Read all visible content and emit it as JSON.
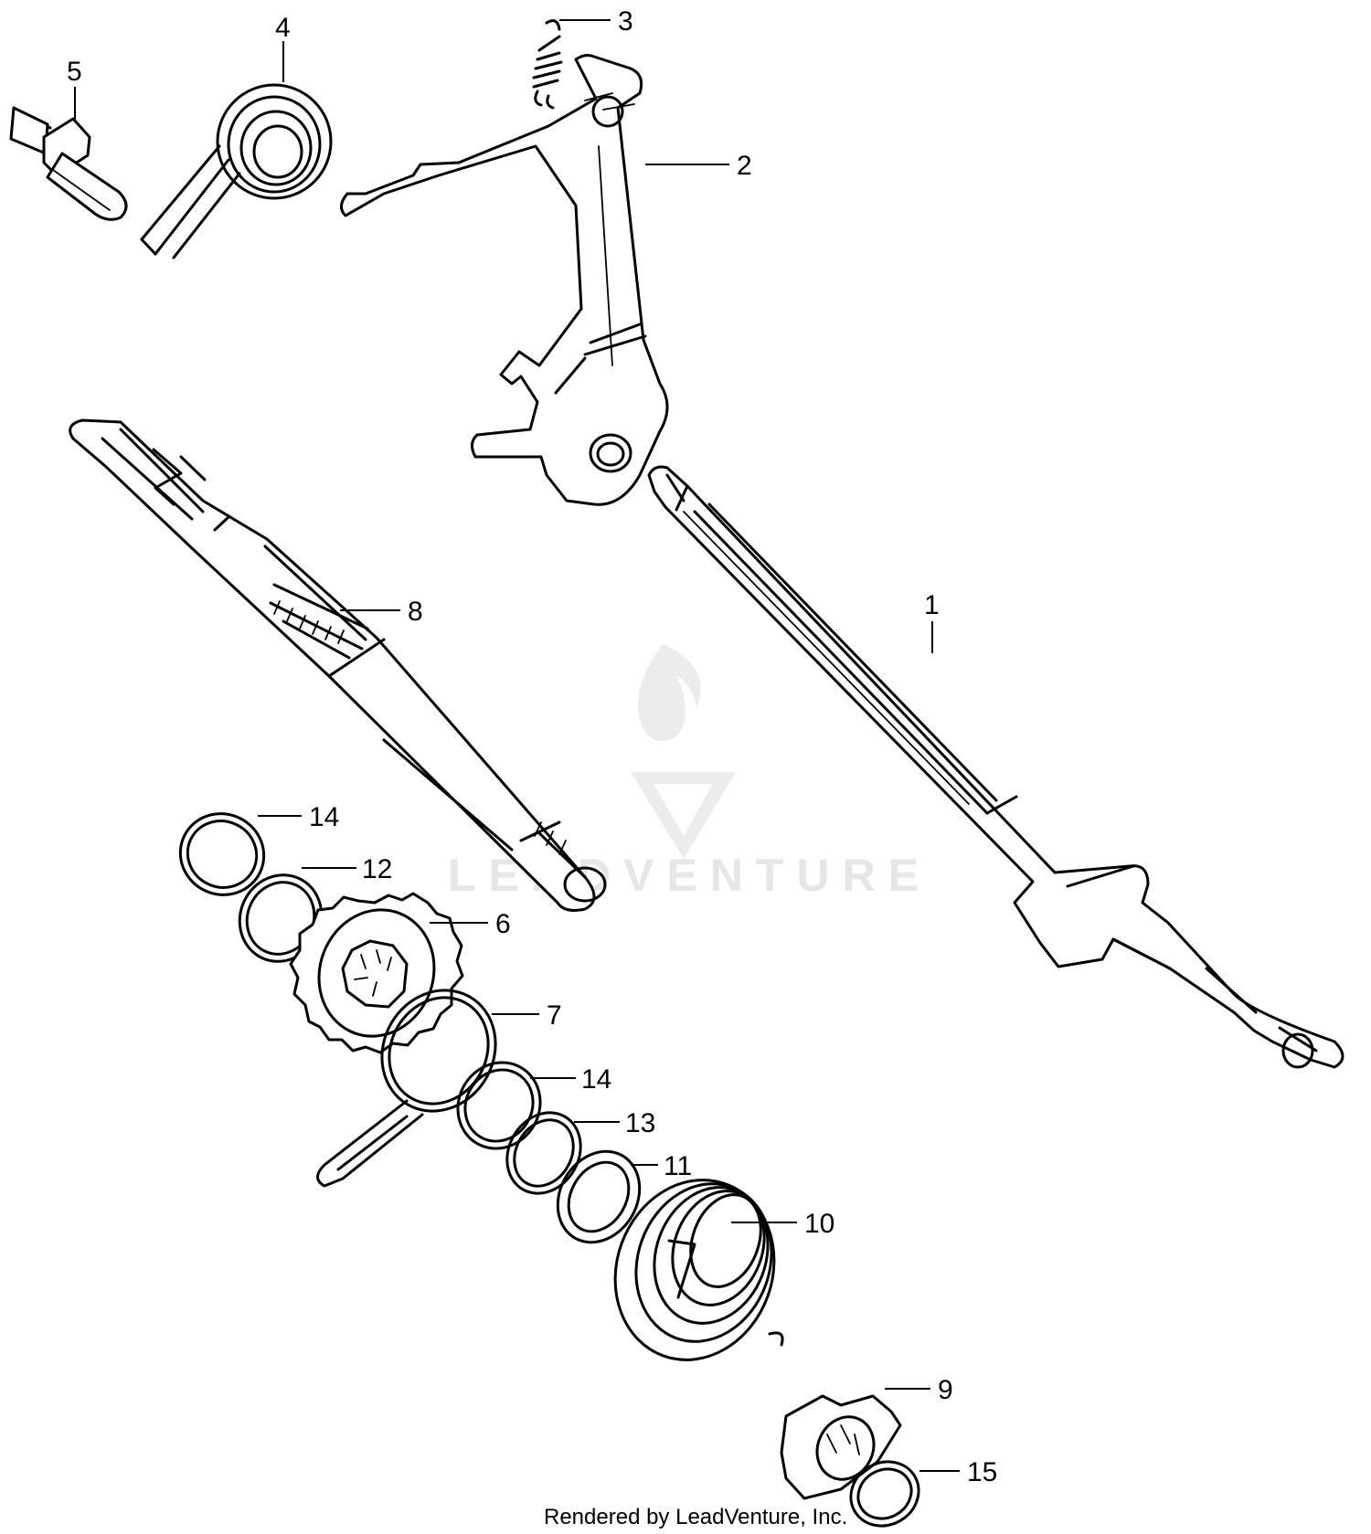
{
  "callouts": [
    {
      "id": "1",
      "label": "1"
    },
    {
      "id": "2",
      "label": "2"
    },
    {
      "id": "3",
      "label": "3"
    },
    {
      "id": "4",
      "label": "4"
    },
    {
      "id": "5",
      "label": "5"
    },
    {
      "id": "6",
      "label": "6"
    },
    {
      "id": "7",
      "label": "7"
    },
    {
      "id": "8",
      "label": "8"
    },
    {
      "id": "9",
      "label": "9"
    },
    {
      "id": "10",
      "label": "10"
    },
    {
      "id": "11",
      "label": "11"
    },
    {
      "id": "12",
      "label": "12"
    },
    {
      "id": "13",
      "label": "13"
    },
    {
      "id": "14a",
      "label": "14"
    },
    {
      "id": "14b",
      "label": "14"
    },
    {
      "id": "15",
      "label": "15"
    }
  ],
  "watermark": {
    "brand": "LeadVenture",
    "text": "LEADVENTURE",
    "color": "#e6e6e6"
  },
  "footer": {
    "credit": "Rendered by LeadVenture, Inc."
  },
  "colors": {
    "line": "#000000",
    "background": "#ffffff"
  }
}
